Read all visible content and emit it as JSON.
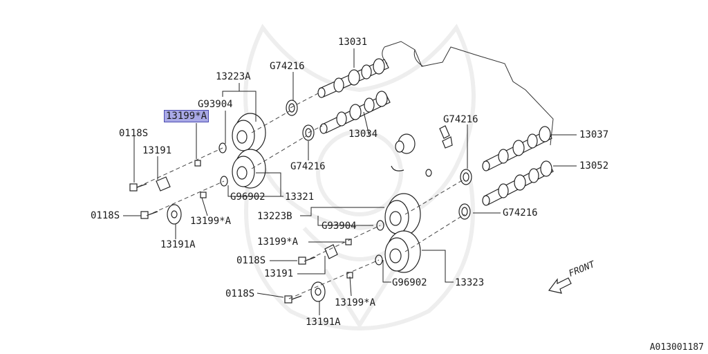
{
  "diagram": {
    "document_id": "A013001187",
    "front_label": "FRONT",
    "parts": [
      {
        "id": "13031",
        "label": "13031"
      },
      {
        "id": "g74216-top",
        "label": "G74216"
      },
      {
        "id": "13223a",
        "label": "13223A"
      },
      {
        "id": "g93904-top",
        "label": "G93904"
      },
      {
        "id": "13199a-highlight",
        "label": "13199*A"
      },
      {
        "id": "0118s-top",
        "label": "0118S"
      },
      {
        "id": "13191-top",
        "label": "13191"
      },
      {
        "id": "13034",
        "label": "13034"
      },
      {
        "id": "g74216-mid",
        "label": "G74216"
      },
      {
        "id": "g74216-right",
        "label": "G74216"
      },
      {
        "id": "13037",
        "label": "13037"
      },
      {
        "id": "13052",
        "label": "13052"
      },
      {
        "id": "g96902-top",
        "label": "G96902"
      },
      {
        "id": "13321",
        "label": "13321"
      },
      {
        "id": "0118s-mid",
        "label": "0118S"
      },
      {
        "id": "13199a-mid",
        "label": "13199*A"
      },
      {
        "id": "13191a-top",
        "label": "13191A"
      },
      {
        "id": "13223b",
        "label": "13223B"
      },
      {
        "id": "g93904-bottom",
        "label": "G93904"
      },
      {
        "id": "g74216-bottom",
        "label": "G74216"
      },
      {
        "id": "13199a-bottom1",
        "label": "13199*A"
      },
      {
        "id": "0118s-bottom1",
        "label": "0118S"
      },
      {
        "id": "13191-bottom",
        "label": "13191"
      },
      {
        "id": "g96902-bottom",
        "label": "G96902"
      },
      {
        "id": "13323",
        "label": "13323"
      },
      {
        "id": "0118s-bottom2",
        "label": "0118S"
      },
      {
        "id": "13199a-bottom2",
        "label": "13199*A"
      },
      {
        "id": "13191a-bottom",
        "label": "13191A"
      }
    ]
  }
}
